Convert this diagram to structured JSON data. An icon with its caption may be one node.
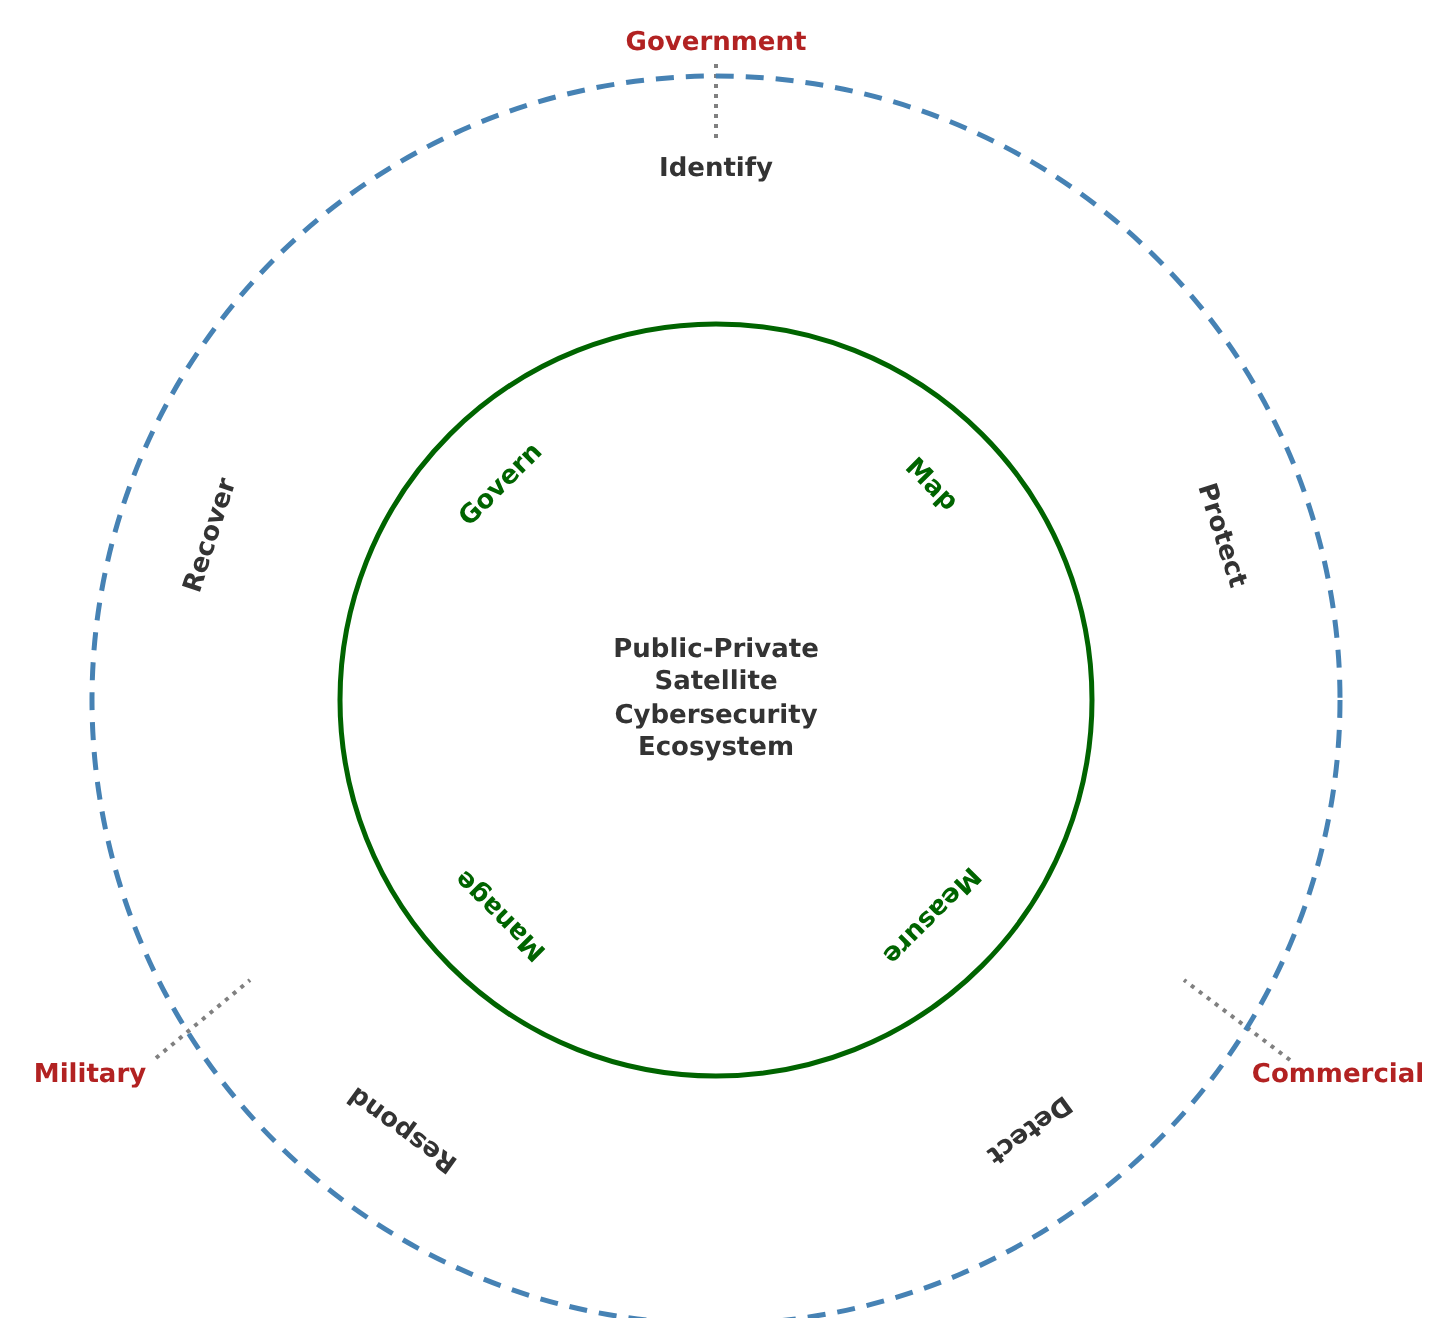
{
  "diagram": {
    "nodes": [
      {
        "text": [
          "Identify",
          "Protect",
          "Detect",
          "Respond",
          "Recover"
        ]
      },
      {
        "text": [
          "Public-Private Satellite Cybersecurity Ecosystem",
          "Govern",
          "Map",
          "Measure",
          "Manage"
        ],
        "in": 0
      },
      {
        "text": [
          "Government"
        ]
      },
      {
        "text": [
          "Military"
        ]
      },
      {
        "text": [
          "Commercial"
        ]
      }
    ],
    "edges": [
      {
        "from": 2,
        "to": null,
        "arrow": "none",
        "style": "dashed",
        "color": "#808080"
      },
      {
        "from": 3,
        "to": null,
        "arrow": "none",
        "style": "dashed",
        "color": "#808080"
      },
      {
        "from": 4,
        "to": null,
        "arrow": "none",
        "style": "dashed",
        "color": "#808080"
      }
    ]
  }
}
